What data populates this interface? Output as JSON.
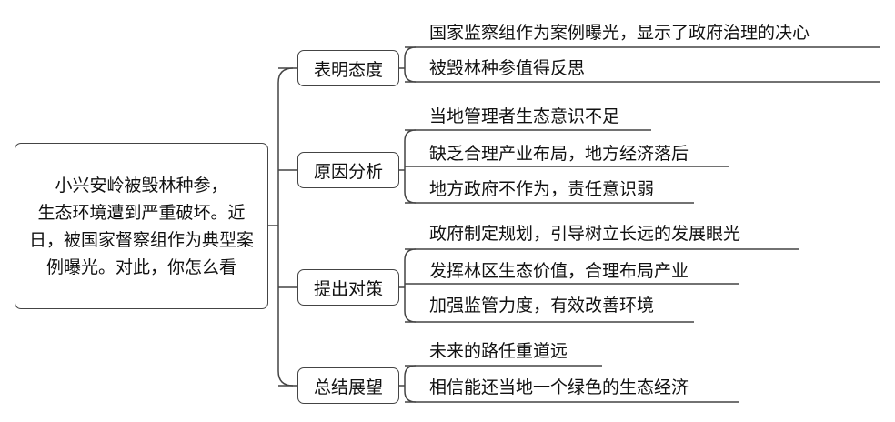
{
  "root": {
    "text": "小兴安岭被毁林种参，\n生态环境遭到严重破坏。近日，被国家督察组作为典型案例曝光。对此，你怎么看"
  },
  "branches": [
    {
      "label": "表明态度",
      "leaves": [
        "国家监察组作为案例曝光，显示了政府治理的决心",
        "被毁林种参值得反思"
      ]
    },
    {
      "label": "原因分析",
      "leaves": [
        "当地管理者生态意识不足",
        "缺乏合理产业布局，地方经济落后",
        "地方政府不作为，责任意识弱"
      ]
    },
    {
      "label": "提出对策",
      "leaves": [
        "政府制定规划，引导树立长远的发展眼光",
        "发挥林区生态价值，合理布局产业",
        "加强监管力度，有效改善环境"
      ]
    },
    {
      "label": "总结展望",
      "leaves": [
        "未来的路任重道远",
        "相信能还当地一个绿色的生态经济"
      ]
    }
  ],
  "colors": {
    "line": "#444444",
    "text": "#111111"
  }
}
